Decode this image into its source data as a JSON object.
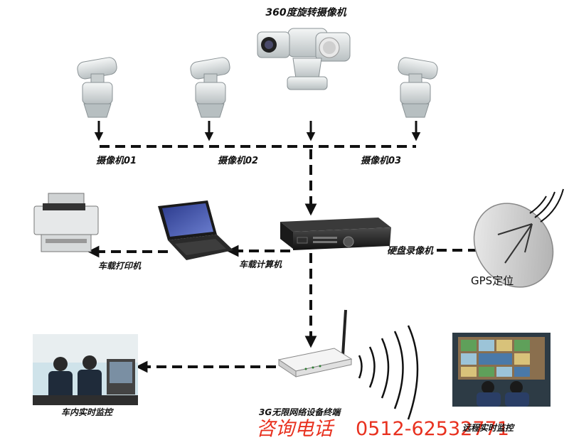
{
  "nodes": {
    "ptz_camera": "360度旋转摄像机",
    "camera_01": "摄像机01",
    "camera_02": "摄像机02",
    "camera_03": "摄像机03",
    "dvr": "硬盘录像机",
    "laptop": "车载计算机",
    "printer": "车载打印机",
    "gps": "GPS定位",
    "terminal": "3G无限网络设备终端",
    "in_car_monitor": "车内实时监控",
    "remote_monitor": "远程实时监控"
  },
  "hotline": {
    "label": "咨询电话",
    "number": "0512-62532771"
  },
  "colors": {
    "hotline": "#e8311f",
    "device_body": "#2a2a2a",
    "camera_body": "#dfe3e4"
  }
}
